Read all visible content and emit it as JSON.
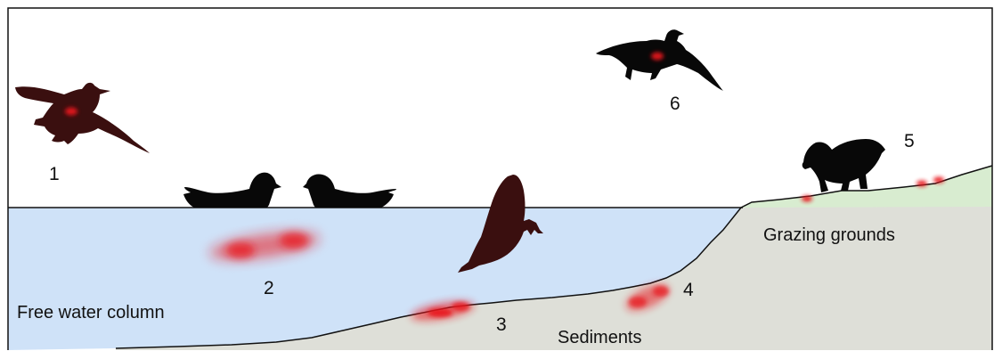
{
  "labels": {
    "n1": "1",
    "n2": "2",
    "n3": "3",
    "n4": "4",
    "n5": "5",
    "n6": "6",
    "free_water": "Free water column",
    "sediments": "Sediments",
    "grazing": "Grazing grounds"
  },
  "colors": {
    "water": "#cfe2f8",
    "sediment": "#dedfd8",
    "grass": "#d8ecd0",
    "duck": "#3a0f0f",
    "duck_black": "#080808",
    "hotspot": "#e8141e",
    "outline": "#111111"
  },
  "icons": [
    "flying-duck-icon",
    "swimming-duck-icon",
    "dabbling-duck-icon",
    "grazing-duck-icon",
    "flying-goose-icon"
  ]
}
